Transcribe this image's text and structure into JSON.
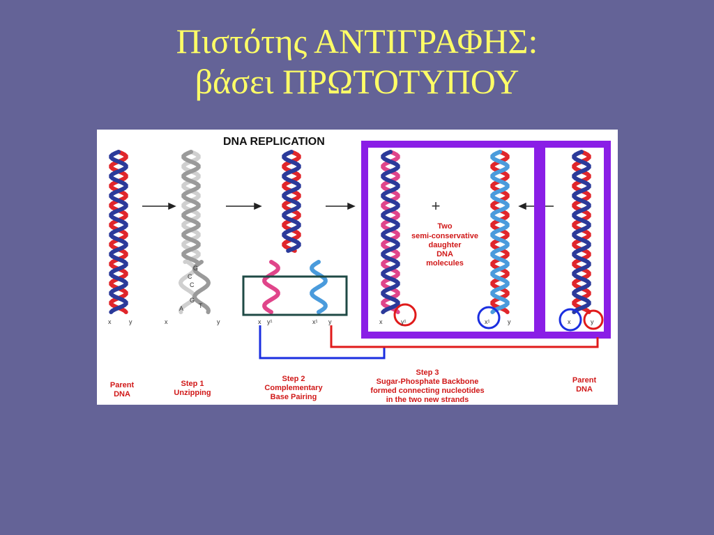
{
  "slide": {
    "title_line1": "Πιστότης ΑΝΤΙΓΡΑΦΗΣ:",
    "title_line2": "βάσει ΠΡΩΤΟΤΥΠΟΥ"
  },
  "diagram": {
    "heading": "DNA REPLICATION",
    "plus": "+",
    "center_note": [
      "Two",
      "semi-conservative",
      "daughter",
      "DNA",
      "molecules"
    ],
    "strand_labels": {
      "x": "x",
      "y": "y",
      "x1": "x¹",
      "y1": "y¹"
    },
    "bases": [
      "G",
      "C",
      "C",
      "G",
      "A",
      "T"
    ],
    "captions": {
      "parent_left": [
        "Parent",
        "DNA"
      ],
      "step1": [
        "Step 1",
        "Unzipping"
      ],
      "step2": [
        "Step 2",
        "Complementary",
        "Base Pairing"
      ],
      "step3": [
        "Step 3",
        "Sugar-Phosphate Backbone",
        "formed connecting nucleotides",
        "in the two new strands"
      ],
      "parent_right": [
        "Parent",
        "DNA"
      ]
    },
    "colors": {
      "background": "#646397",
      "title": "#ffff66",
      "red_strand": "#e0262b",
      "blue_strand": "#2b3a9a",
      "pink_strand": "#e0458a",
      "light_blue_strand": "#4a9bdc",
      "gray_strand": "#cfcfcf",
      "purple_box": "#8a1ee6",
      "green_box": "#1f4a45",
      "red_circle": "#e01a1a",
      "blue_circle": "#1a2ee0"
    }
  }
}
